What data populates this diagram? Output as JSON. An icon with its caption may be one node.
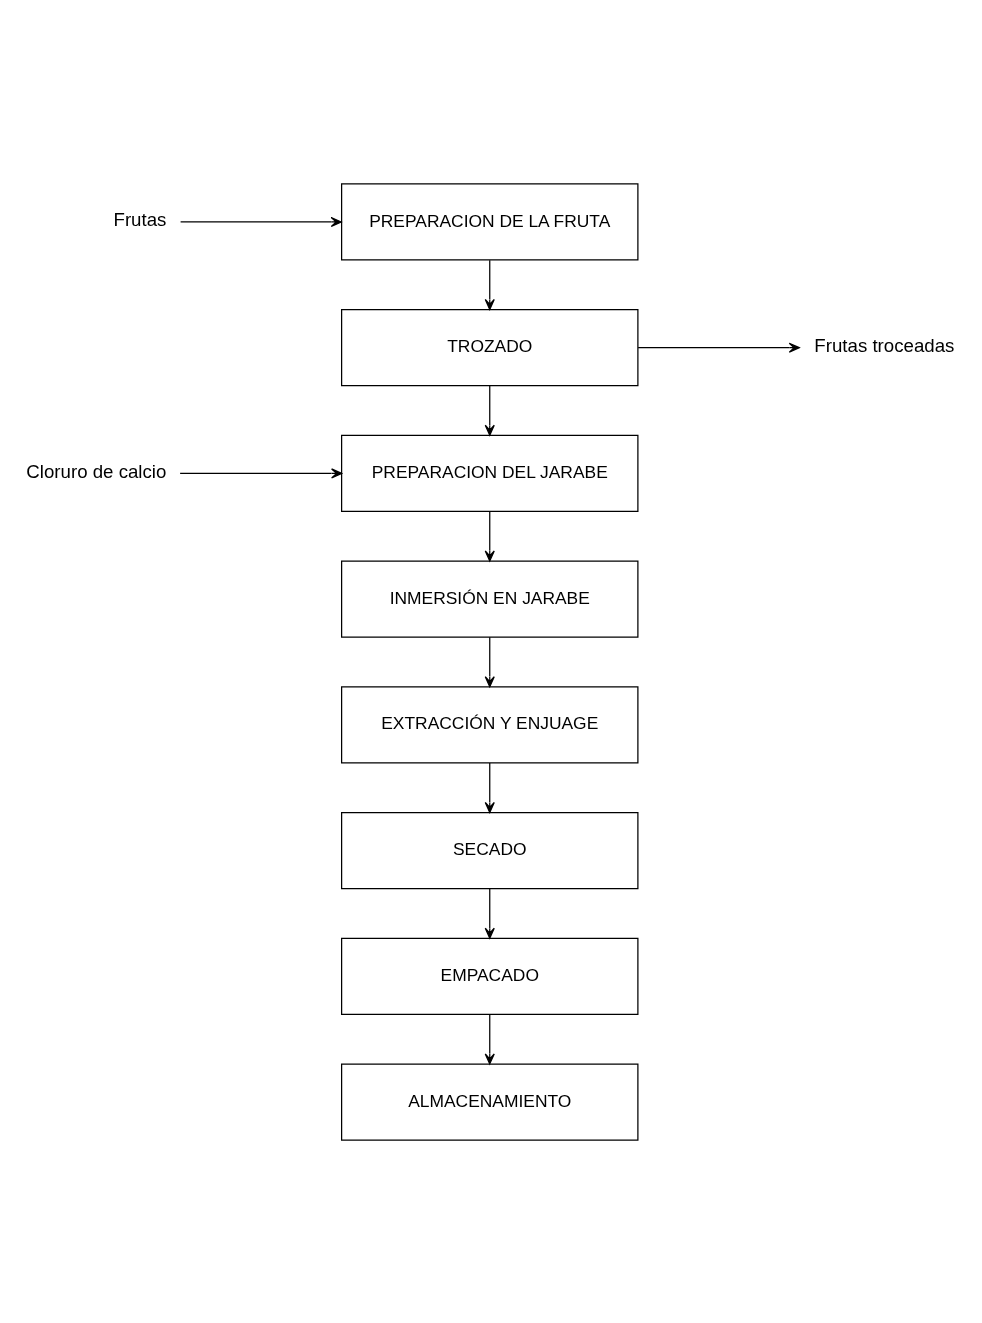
{
  "diagram": {
    "nodes": [
      {
        "text": [
          "Frutas"
        ]
      },
      {
        "text": [
          "PREPARACION DE LA FRUTA"
        ]
      },
      {
        "text": [
          "TROZADO"
        ]
      },
      {
        "text": [
          "Frutas troceadas"
        ]
      },
      {
        "text": [
          "Cloruro de calcio"
        ]
      },
      {
        "text": [
          "PREPARACION DEL JARABE"
        ]
      },
      {
        "text": [
          "INMERSIÓN EN JARABE"
        ]
      },
      {
        "text": [
          "EXTRACCIÓN Y ENJUAGE"
        ]
      },
      {
        "text": [
          "SECADO"
        ]
      },
      {
        "text": [
          "EMPACADO"
        ]
      },
      {
        "text": [
          "ALMACENAMIENTO"
        ]
      }
    ],
    "edges": [
      {
        "from": 0,
        "to": 1,
        "arrow": "to"
      },
      {
        "from": 1,
        "to": 2,
        "arrow": "to"
      },
      {
        "from": 2,
        "to": 3,
        "arrow": "to"
      },
      {
        "from": 2,
        "to": 5,
        "arrow": "to"
      },
      {
        "from": 4,
        "to": 5,
        "arrow": "to"
      },
      {
        "from": 5,
        "to": 6,
        "arrow": "to"
      },
      {
        "from": 6,
        "to": 7,
        "arrow": "to"
      },
      {
        "from": 7,
        "to": 8,
        "arrow": "to"
      },
      {
        "from": 8,
        "to": 9,
        "arrow": "to"
      },
      {
        "from": 9,
        "to": 10,
        "arrow": "to"
      }
    ]
  }
}
